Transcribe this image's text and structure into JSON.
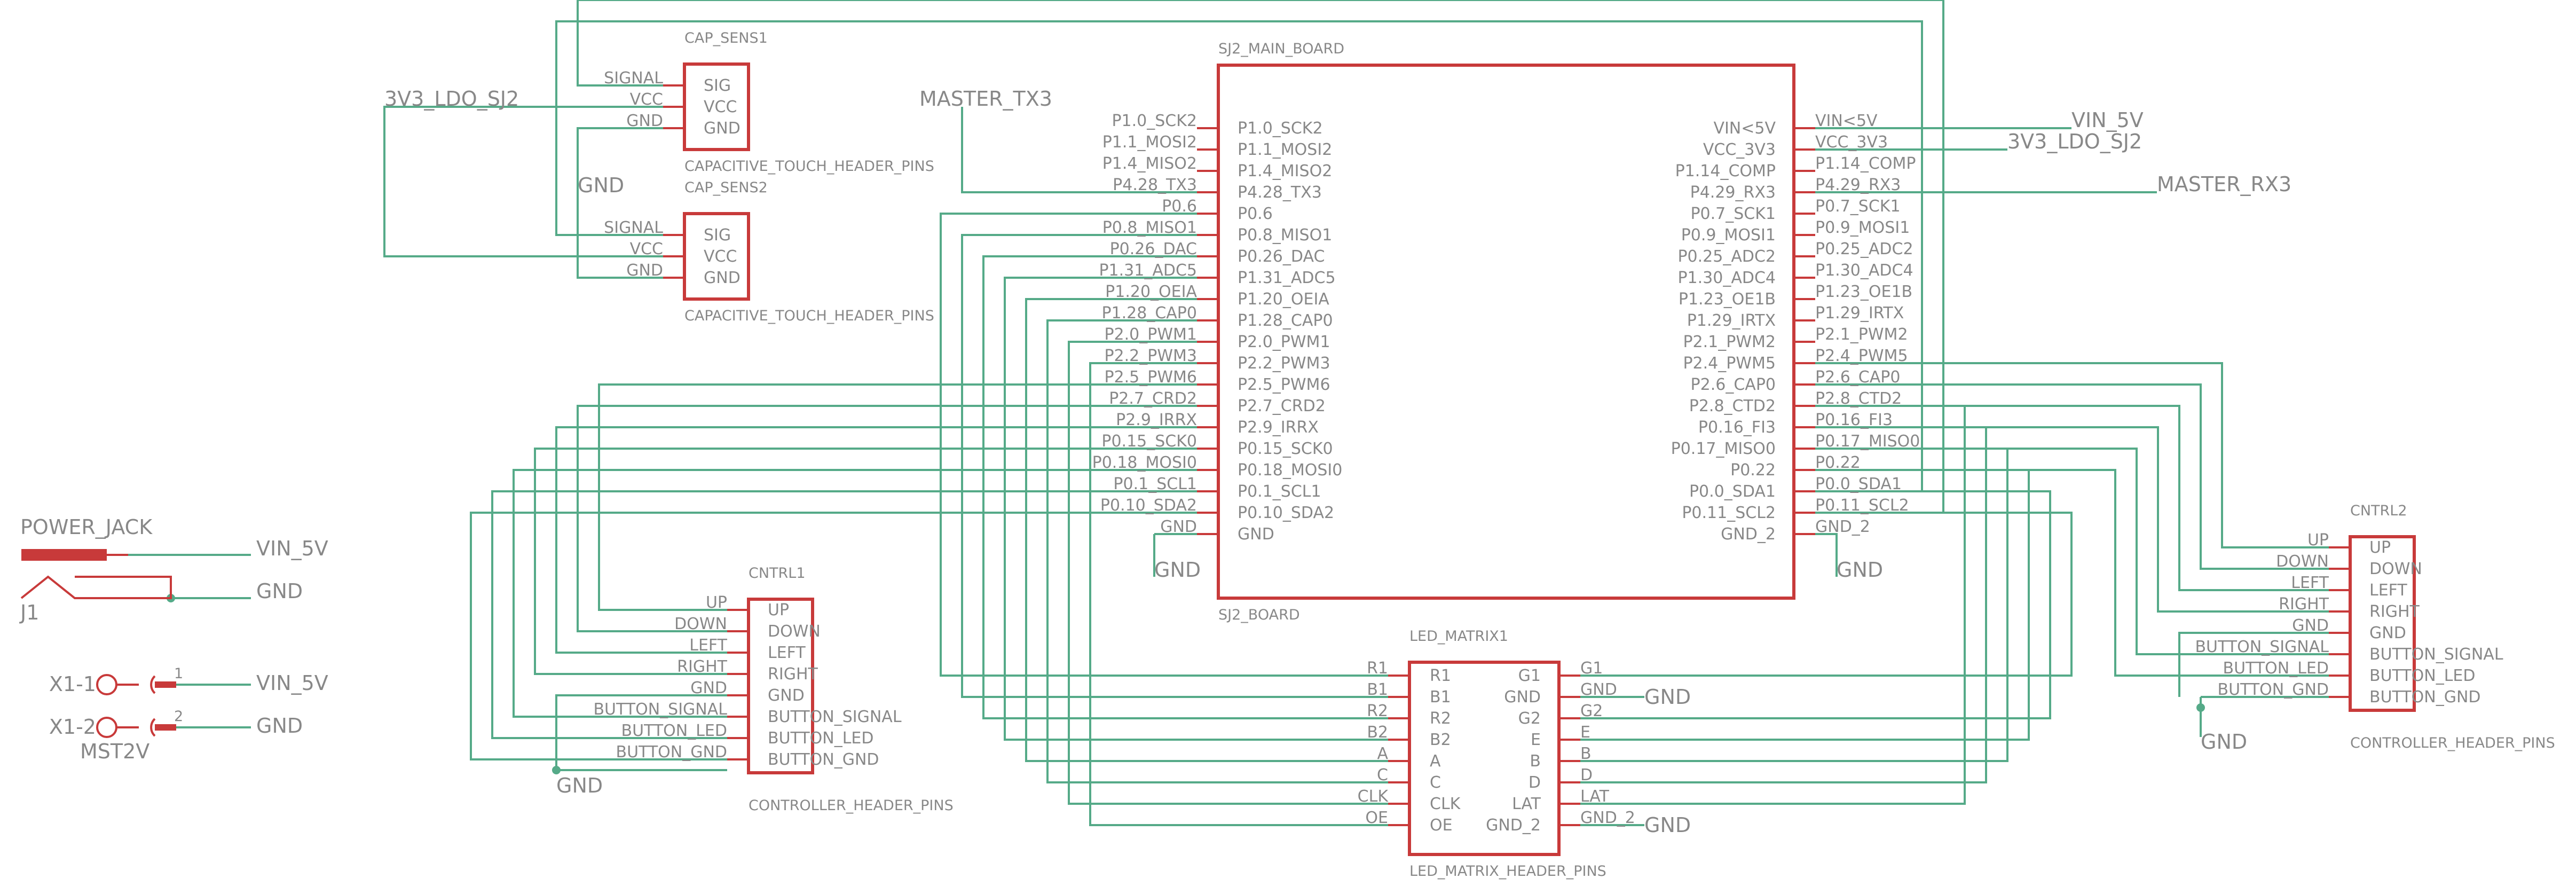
{
  "components": {
    "cap_sens1": {
      "name": "CAP_SENS1",
      "value": "CAPACITIVE_TOUCH_HEADER_PINS",
      "pins": [
        "SIG",
        "VCC",
        "GND"
      ]
    },
    "cap_sens2": {
      "name": "CAP_SENS2",
      "value": "CAPACITIVE_TOUCH_HEADER_PINS",
      "pins": [
        "SIG",
        "VCC",
        "GND"
      ]
    },
    "sj2": {
      "name": "SJ2_MAIN_BOARD",
      "value": "SJ2_BOARD",
      "left_pins": [
        "P1.0_SCK2",
        "P1.1_MOSI2",
        "P1.4_MISO2",
        "P4.28_TX3",
        "P0.6",
        "P0.8_MISO1",
        "P0.26_DAC",
        "P1.31_ADC5",
        "P1.20_OEIA",
        "P1.28_CAP0",
        "P2.0_PWM1",
        "P2.2_PWM3",
        "P2.5_PWM6",
        "P2.7_CRD2",
        "P2.9_IRRX",
        "P0.15_SCK0",
        "P0.18_MOSI0",
        "P0.1_SCL1",
        "P0.10_SDA2",
        "GND"
      ],
      "right_pins": [
        "VIN<5V",
        "VCC_3V3",
        "P1.14_COMP",
        "P4.29_RX3",
        "P0.7_SCK1",
        "P0.9_MOSI1",
        "P0.25_ADC2",
        "P1.30_ADC4",
        "P1.23_OE1B",
        "P1.29_IRTX",
        "P2.1_PWM2",
        "P2.4_PWM5",
        "P2.6_CAP0",
        "P2.8_CTD2",
        "P0.16_FI3",
        "P0.17_MISO0",
        "P0.22",
        "P0.0_SDA1",
        "P0.11_SCL2",
        "GND_2"
      ]
    },
    "cntrl1": {
      "name": "CNTRL1",
      "value": "CONTROLLER_HEADER_PINS",
      "pins": [
        "UP",
        "DOWN",
        "LEFT",
        "RIGHT",
        "GND",
        "BUTTON_SIGNAL",
        "BUTTON_LED",
        "BUTTON_GND"
      ]
    },
    "cntrl2": {
      "name": "CNTRL2",
      "value": "CONTROLLER_HEADER_PINS",
      "pins": [
        "UP",
        "DOWN",
        "LEFT",
        "RIGHT",
        "GND",
        "BUTTON_SIGNAL",
        "BUTTON_LED",
        "BUTTON_GND"
      ]
    },
    "led_matrix": {
      "name": "LED_MATRIX1",
      "value": "LED_MATRIX_HEADER_PINS",
      "left_pins": [
        "R1",
        "B1",
        "R2",
        "B2",
        "A",
        "C",
        "CLK",
        "OE"
      ],
      "right_pins": [
        "G1",
        "GND",
        "G2",
        "E",
        "B",
        "D",
        "LAT",
        "GND_2"
      ]
    },
    "power_jack": {
      "name": "POWER_JACK",
      "ref": "J1"
    },
    "mst2v": {
      "name": "MST2V",
      "pins": [
        "X1-1",
        "X1-2"
      ],
      "pin_numbers": [
        "1",
        "2"
      ]
    }
  },
  "nets": {
    "vin_5v": "VIN_5V",
    "gnd": "GND",
    "v3v3": "3V3_LDO_SJ2",
    "master_tx3": "MASTER_TX3",
    "master_rx3": "MASTER_RX3"
  },
  "colors": {
    "symbol": "#c83a3a",
    "wire": "#55aa88",
    "text": "#888888"
  }
}
